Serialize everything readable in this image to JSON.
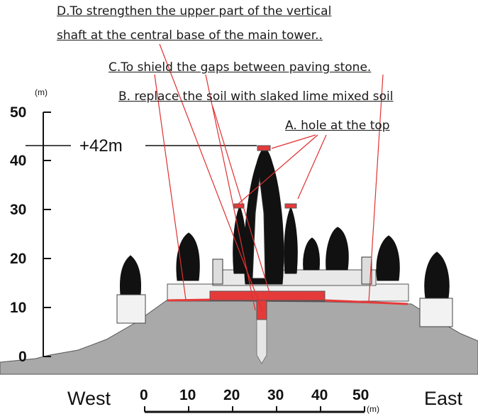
{
  "annotations": {
    "d_line1": "D.To strengthen the upper part of the vertical",
    "d_line2": "shaft at the central base of the main tower..",
    "c": "C.To shield the gaps between paving stone.",
    "b": "B. replace the soil with slaked lime mixed soil",
    "a": "A. hole at the top"
  },
  "elevation_label": "+42m",
  "y_axis": {
    "unit": "(m)",
    "ticks": [
      "50",
      "40",
      "30",
      "20",
      "10",
      "0"
    ]
  },
  "x_axis": {
    "unit": "(m)",
    "ticks": [
      "0",
      "10",
      "20",
      "30",
      "40",
      "50"
    ]
  },
  "directions": {
    "west": "West",
    "east": "East"
  },
  "colors": {
    "mound": "#a9a9a9",
    "structure": "#111111",
    "highlight": "#e53a3a",
    "leader": "#e03030"
  }
}
